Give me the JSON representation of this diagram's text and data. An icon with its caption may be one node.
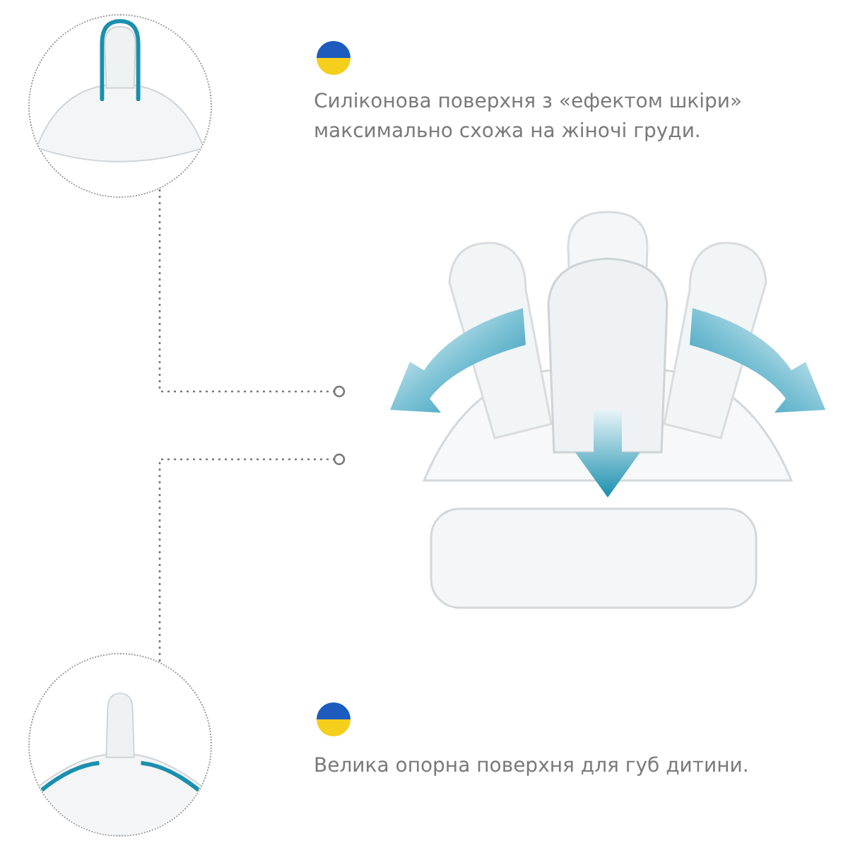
{
  "diagram": {
    "nodes": [
      {
        "text": [],
        "shape": "picture"
      },
      {
        "text": [],
        "shape": "picture"
      }
    ],
    "edges": [
      {
        "from": 0,
        "to": null,
        "arrow": "other",
        "style": "dashed"
      },
      {
        "from": 1,
        "to": null,
        "arrow": "other",
        "style": "dashed"
      }
    ],
    "labels": [
      "Силіконова поверхня з «ефектом шкіри» максимально схожа на жіночі груди.",
      "Велика опорна поверхня для губ дитини."
    ]
  }
}
